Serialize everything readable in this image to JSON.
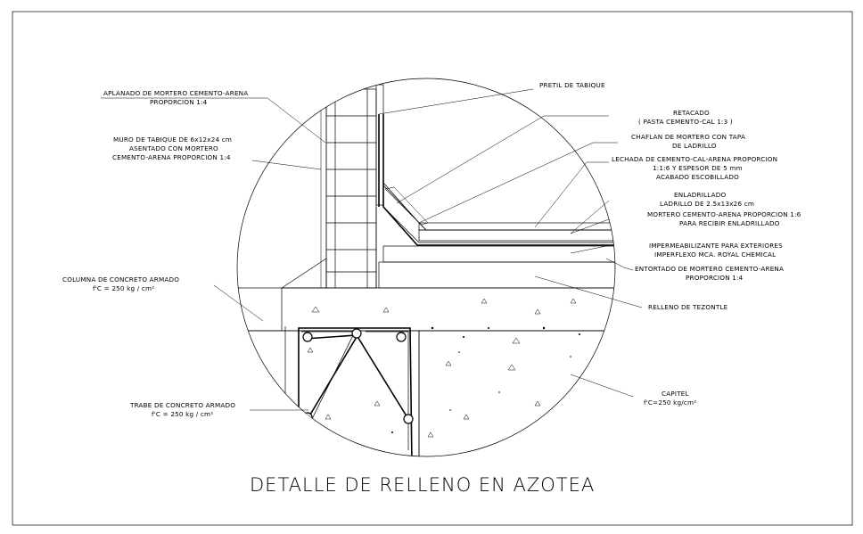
{
  "title": "DETALLE DE RELLENO EN AZOTEA",
  "labels": {
    "pretil": "PRETIL DE TABIQUE",
    "aplanado_1": "APLANADO DE MORTERO CEMENTO-ARENA",
    "aplanado_2": "PROPORCION 1:4",
    "muro_1": "MURO DE TABIQUE DE 6x12x24 cm",
    "muro_2": "ASENTADO CON MORTERO",
    "muro_3": "CEMENTO-ARENA PROPORCION 1:4",
    "retacado_1": "RETACADO",
    "retacado_2": "( PASTA CEMENTO-CAL 1:3 )",
    "chaflan_1": "CHAFLAN DE MORTERO CON TAPA",
    "chaflan_2": "DE LADRILLO",
    "lechada_1": "LECHADA DE CEMENTO-CAL-ARENA PROPORCION",
    "lechada_2": "1:1:6 Y ESPESOR DE 5 mm",
    "lechada_3": "ACABADO ESCOBILLADO",
    "enladrillado_1": "ENLADRILLADO",
    "enladrillado_2": "LADRILLO DE 2.5x13x26 cm",
    "mortero_1": "MORTERO CEMENTO-ARENA PROPORCION 1:6",
    "mortero_2": "PARA RECIBIR ENLADRILLADO",
    "imper_1": "IMPERMEABILIZANTE PARA EXTERIORES",
    "imper_2": "IMPERFLEXO  MCA. ROYAL CHEMICAL",
    "entortado_1": "ENTORTADO DE MORTERO CEMENTO-ARENA",
    "entortado_2": "PROPORCION 1:4",
    "columna_1": "COLUMNA DE CONCRETO ARMADO",
    "columna_2": "f'C = 250 kg / cm²",
    "relleno": "RELLENO DE TEZONTLE",
    "capitel_1": "CAPITEL",
    "capitel_2": "f'C=250 kg/cm²",
    "trabe_1": "TRABE DE CONCRETO ARMADO",
    "trabe_2": "f'C = 250 kg / cm²"
  }
}
